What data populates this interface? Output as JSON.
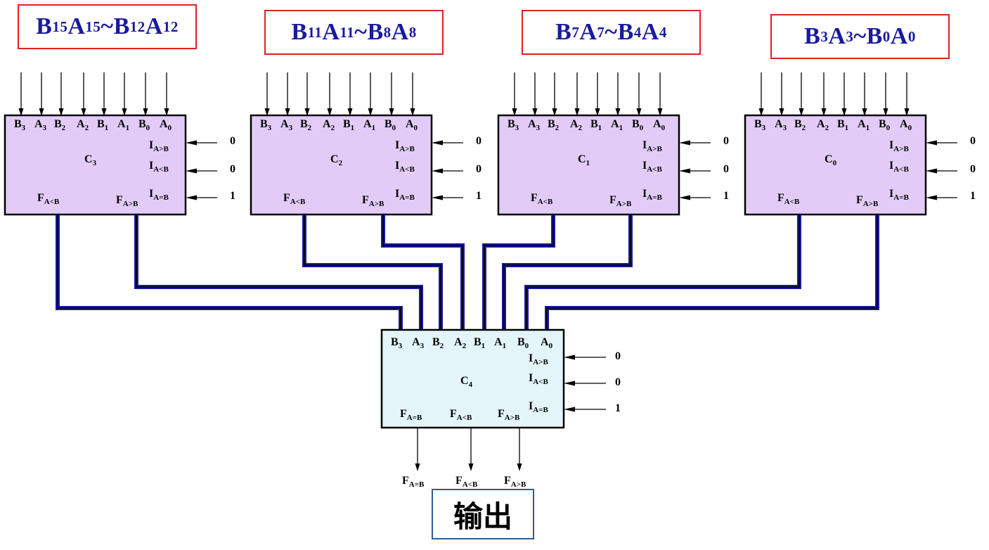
{
  "groups": [
    {
      "chip": "C3",
      "title": "B15A15~B12A12",
      "title_parts": [
        [
          "B",
          "15"
        ],
        [
          "A",
          "15"
        ],
        [
          "~",
          ""
        ],
        [
          "B",
          "12"
        ],
        [
          "A",
          "12"
        ]
      ]
    },
    {
      "chip": "C2",
      "title": "B11A11~B8A8",
      "title_parts": [
        [
          "B",
          "11"
        ],
        [
          "A",
          "11"
        ],
        [
          "~",
          ""
        ],
        [
          "B",
          "8"
        ],
        [
          "A",
          "8"
        ]
      ]
    },
    {
      "chip": "C1",
      "title": "B7A7~B4A4",
      "title_parts": [
        [
          "B",
          "7"
        ],
        [
          "A",
          "7"
        ],
        [
          "~",
          ""
        ],
        [
          "B",
          "4"
        ],
        [
          "A",
          "4"
        ]
      ]
    },
    {
      "chip": "C0",
      "title": "B3A3~B0A0",
      "title_parts": [
        [
          "B",
          "3"
        ],
        [
          "A",
          "3"
        ],
        [
          "~",
          ""
        ],
        [
          "B",
          "0"
        ],
        [
          "A",
          "0"
        ]
      ]
    }
  ],
  "final_chip": "C4",
  "input_pins": [
    [
      "B",
      "3"
    ],
    [
      "A",
      "3"
    ],
    [
      "B",
      "2"
    ],
    [
      "A",
      "2"
    ],
    [
      "B",
      "1"
    ],
    [
      "A",
      "1"
    ],
    [
      "B",
      "0"
    ],
    [
      "A",
      "0"
    ]
  ],
  "cascade_inputs": [
    {
      "pin": [
        "I",
        "A>B"
      ],
      "value": "0"
    },
    {
      "pin": [
        "I",
        "A<B"
      ],
      "value": "0"
    },
    {
      "pin": [
        "I",
        "A=B"
      ],
      "value": "1"
    }
  ],
  "group_outputs": [
    [
      "F",
      "A<B"
    ],
    [
      "F",
      "A>B"
    ]
  ],
  "final_outputs": [
    [
      "F",
      "A=B"
    ],
    [
      "F",
      "A<B"
    ],
    [
      "F",
      "A>B"
    ]
  ],
  "output_label": "输出",
  "colors": {
    "chip_top": "#e2ccf7",
    "chip_bottom": "#e3f5f9",
    "bus": "#1a1a9e",
    "title_text": "#1a1a9e",
    "title_border": "#e0201e",
    "output_border": "#2f5f8f"
  }
}
